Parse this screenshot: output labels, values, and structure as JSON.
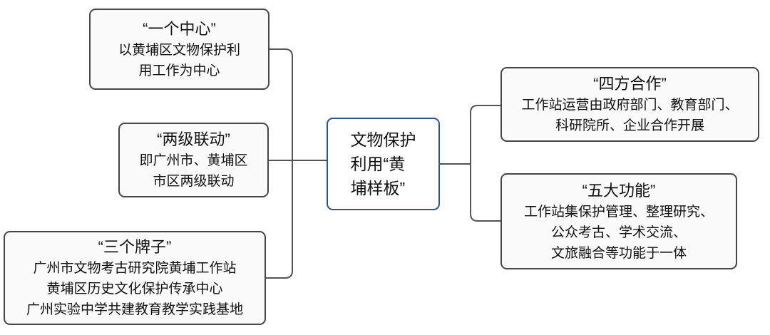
{
  "colors": {
    "box_border": "#464646",
    "box_fill": "#fafafa",
    "center_box_border": "#2e5395",
    "connector_line": "#555555",
    "text": "#111111"
  },
  "left_boxes": [
    {
      "title": "“一个中心”",
      "lines": [
        "以黄埔区文物保护利",
        "用工作为中心"
      ]
    },
    {
      "title": "“两级联动”",
      "lines": [
        "即广州市、黄埔区",
        "市区两级联动"
      ]
    },
    {
      "title": "“三个牌子”",
      "lines": [
        "广州市文物考古研究院黄埔工作站",
        "黄埔区历史文化保护传承中心",
        "广州实验中学共建教育教学实践基地"
      ]
    }
  ],
  "center_box": {
    "full_text": "文物保护利用“黄埔样板”",
    "lines": [
      "文物保护",
      "利用“黄",
      "埔样板”"
    ]
  },
  "right_boxes": [
    {
      "title": "“四方合作”",
      "lines": [
        "工作站运营由政府部门、教育部门、",
        "科研院所、企业合作开展"
      ]
    },
    {
      "title": "“五大功能”",
      "lines": [
        "工作站集保护管理、整理研究、",
        "公众考古、学术交流、",
        "文旅融合等功能于一体"
      ]
    }
  ]
}
